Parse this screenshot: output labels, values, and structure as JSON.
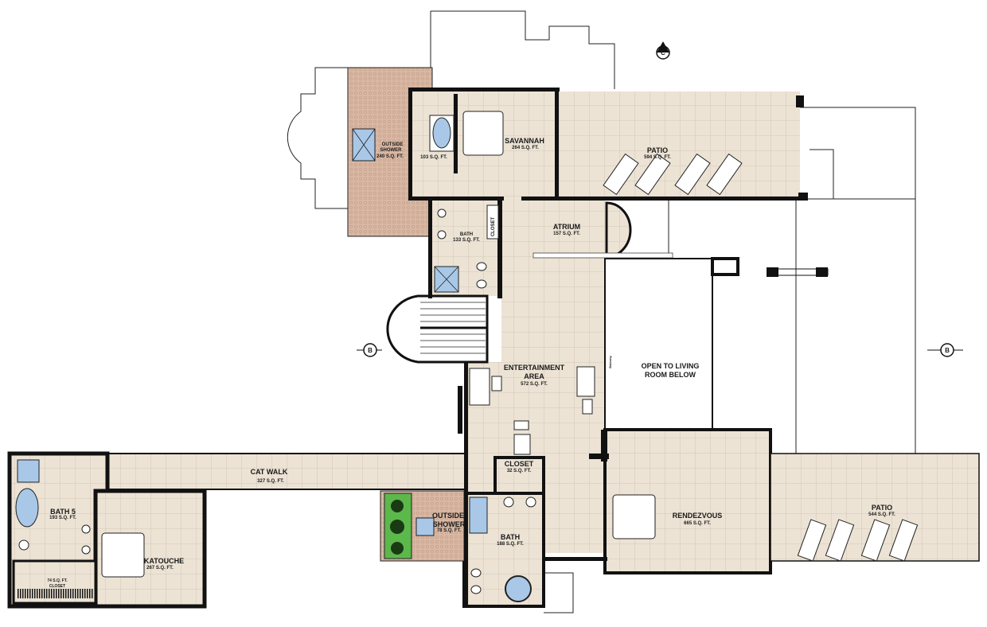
{
  "colors": {
    "floor": "#ece3d5",
    "grid": "#cdbfae",
    "stipple": "#d8b7a3",
    "wall": "#111111",
    "plants": "#5cb84a",
    "fixture": "#a9c8e8"
  },
  "section_markers": {
    "top": "C",
    "left": "B",
    "right": "B"
  },
  "rooms": {
    "outside_shower_top": {
      "name": "OUTSIDE\nSHOWER",
      "line1": "OUTSIDE",
      "line2": "SHOWER",
      "area": "240 S.Q. FT."
    },
    "savannah_bath_area": {
      "area": "103 S.Q. FT."
    },
    "savannah": {
      "name": "SAVANNAH",
      "area": "264 S.Q. FT."
    },
    "patio_top": {
      "name": "PATIO",
      "area": "594 S.Q. FT."
    },
    "bath_top": {
      "name": "BATH",
      "area": "133 S.Q. FT."
    },
    "closet_top": {
      "name": "CLOSET"
    },
    "atrium": {
      "name": "ATRIUM",
      "area": "157 S.Q. FT."
    },
    "entertainment": {
      "line1": "ENTERTAINMENT",
      "line2": "AREA",
      "area": "572 S.Q. FT."
    },
    "balcony": {
      "name": "Balcony"
    },
    "open_living": {
      "line1": "OPEN TO LIVING",
      "line2": "ROOM BELOW"
    },
    "cat_walk": {
      "name": "CAT WALK",
      "area": "327 S.Q. FT."
    },
    "bath5": {
      "name": "BATH 5",
      "area": "193 S.Q. FT."
    },
    "closet_left": {
      "name": "CLOSET",
      "area": "74 S.Q. FT."
    },
    "katouche": {
      "name": "KATOUCHE",
      "area": "267 S.Q. FT."
    },
    "closet_mid": {
      "name": "CLOSET",
      "area": "32 S.Q. FT."
    },
    "outside_shower_bottom": {
      "line1": "OUTSIDE",
      "line2": "SHOWER",
      "area": "78 S.Q. FT."
    },
    "bath_bottom": {
      "name": "BATH",
      "area": "188 S.Q. FT."
    },
    "rendezvous": {
      "name": "RENDEZVOUS",
      "area": "665 S.Q. FT."
    },
    "patio_right": {
      "name": "PATIO",
      "area": "544 S.Q. FT."
    }
  }
}
